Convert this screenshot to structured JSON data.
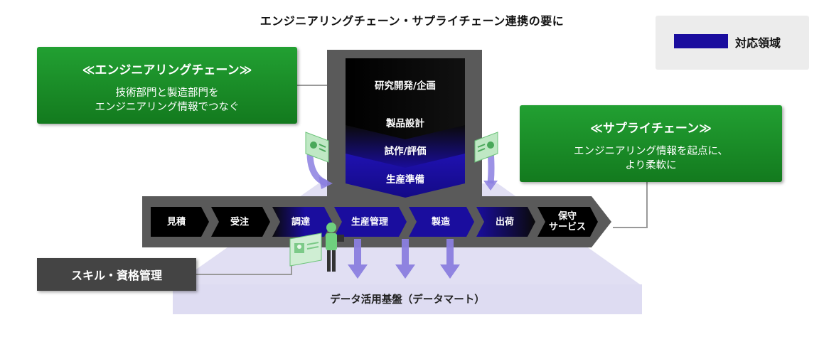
{
  "title": "エンジニアリングチェーン・サプライチェーン連携の要に",
  "legend": {
    "label": "対応領域",
    "color": "#1a0d9e"
  },
  "engineering_box": {
    "title": "≪エンジニアリングチェーン≫",
    "line1": "技術部門と製造部門を",
    "line2": "エンジニアリング情報でつなぐ"
  },
  "supply_box": {
    "title": "≪サプライチェーン≫",
    "line1": "エンジニアリング情報を起点に、",
    "line2": "より柔軟に"
  },
  "engineering_steps": [
    {
      "label": "研究開発/企画",
      "highlighted": false
    },
    {
      "label": "製品設計",
      "highlighted": false
    },
    {
      "label": "試作/評価",
      "highlighted": true
    },
    {
      "label": "生産準備",
      "highlighted": true
    }
  ],
  "supply_steps": [
    {
      "label": "見積",
      "highlighted": false
    },
    {
      "label": "受注",
      "highlighted": false
    },
    {
      "label": "調達",
      "highlighted": false
    },
    {
      "label": "生産管理",
      "highlighted": true
    },
    {
      "label": "製造",
      "highlighted": true
    },
    {
      "label": "出荷",
      "highlighted": true
    },
    {
      "label_line1": "保守",
      "label_line2": "サービス",
      "highlighted": false
    }
  ],
  "skill_box": {
    "label": "スキル・資格管理"
  },
  "platform": {
    "label": "データ活用基盤（データマート）"
  },
  "colors": {
    "accent_blue": "#1a0d9e",
    "green": "#1a8c27",
    "dark_gray": "#444444",
    "platform_lavender": "#dedcf2"
  }
}
